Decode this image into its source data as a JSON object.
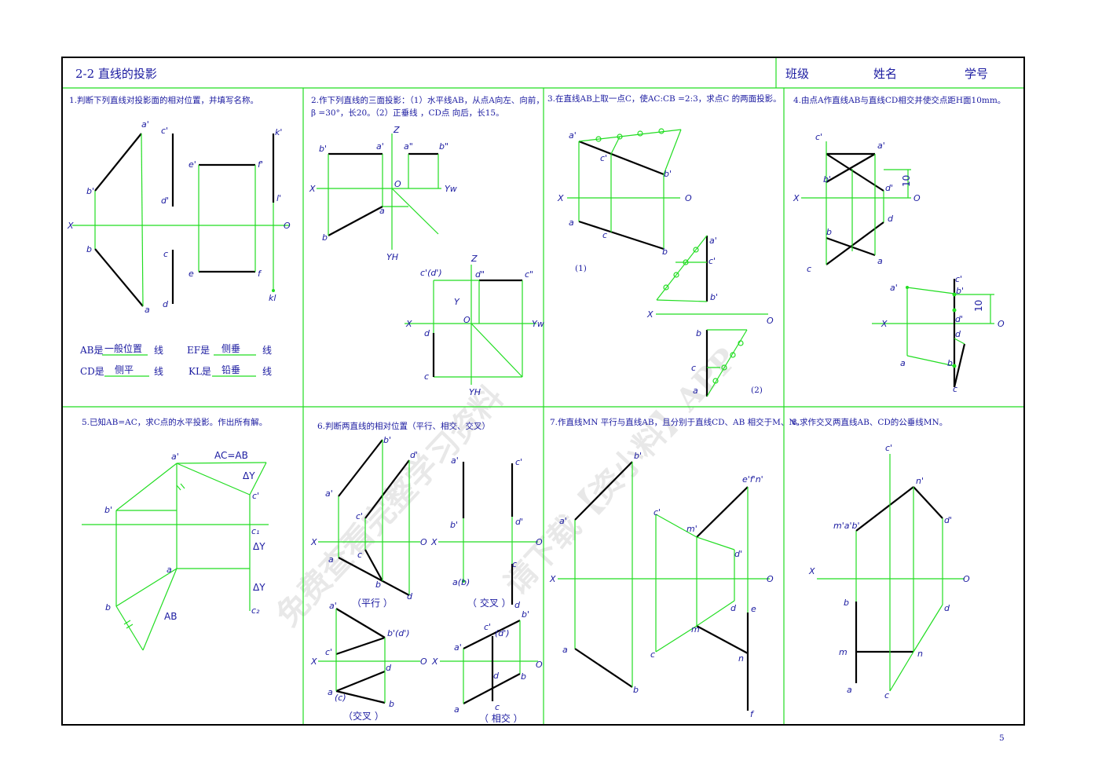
{
  "header": {
    "title": "2-2 直线的投影",
    "class_label": "班级",
    "name_label": "姓名",
    "id_label": "学号"
  },
  "questions": {
    "q1": {
      "text": "1.判断下列直线对投影面的相对位置，并填写名称。",
      "ab_prefix": "AB是",
      "ab_answer": "一般位置",
      "ef_prefix": "EF是",
      "ef_answer": "侧垂",
      "cd_prefix": "CD是",
      "cd_answer": "侧平",
      "kl_prefix": "KL是",
      "kl_answer": "铅垂",
      "suffix": "线"
    },
    "q2": {
      "line1": "2.作下列直线的三面投影：（1）水平线AB，从点A向左、向前，",
      "line2": "β =30°，长20。（2）正垂线  ，CD点  向后，长15。"
    },
    "q3": {
      "text": "3.在直线AB上取一点C，使AC:CB =2:3，求点C 的两面投影。",
      "mark1": "(1)",
      "mark2": "(2)"
    },
    "q4": {
      "text": "4.由点A作直线AB与直线CD相交并使交点距H面10mm。",
      "dim": "10"
    },
    "q5": {
      "text": "5.已知AB=AC，求C点的水平投影。作出所有解。",
      "ac_ab": "AC=AB",
      "ab": "AB",
      "dy": "ΔY"
    },
    "q6": {
      "text": "6.判断两直线的相对位置（平行、相交、交叉）",
      "ans1": "（平行 ）",
      "ans2": "（ 交叉 ）",
      "ans3": "（交叉 ）",
      "ans4": "（ 相交 ）"
    },
    "q7": {
      "text": "7.作直线MN 平行与直线AB，且分别于直线CD、AB 相交于M、N。"
    },
    "q8": {
      "text": "8.求作交叉两直线AB、CD的公垂线MN。"
    }
  },
  "watermark": {
    "line1": "免费查看完整学习资料",
    "line2": "请下载【资小料】APP"
  },
  "page_number": "5"
}
